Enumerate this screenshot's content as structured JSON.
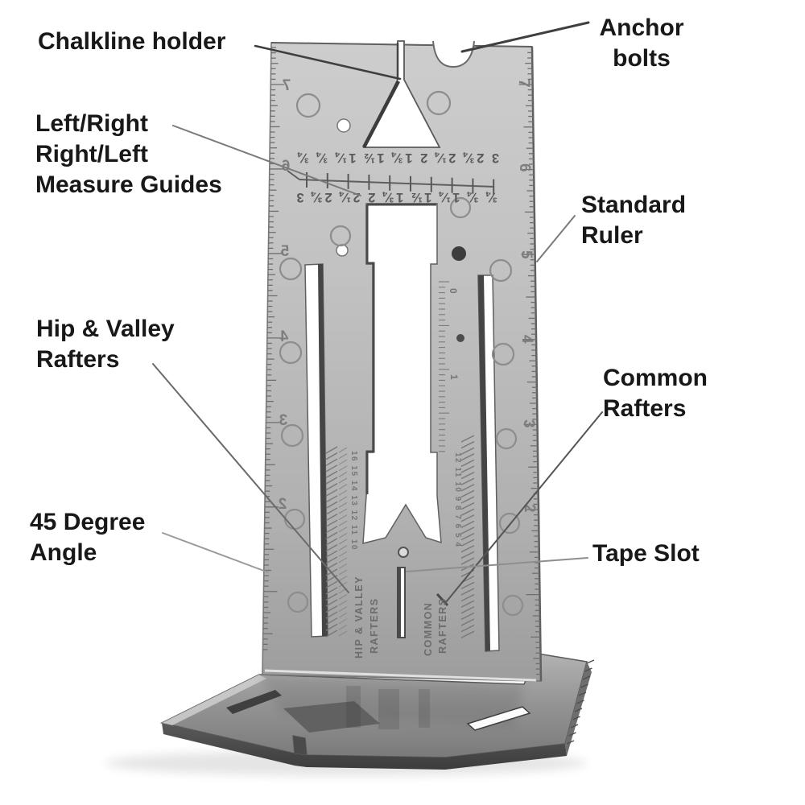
{
  "callouts": {
    "chalkline_holder": {
      "label": "Chalkline holder"
    },
    "anchor_bolts": {
      "line1": "Anchor",
      "line2": "bolts"
    },
    "measure_guides": {
      "line1": "Left/Right",
      "line2": "Right/Left",
      "line3": "Measure Guides"
    },
    "standard_ruler": {
      "line1": "Standard",
      "line2": "Ruler"
    },
    "hip_valley_rafters": {
      "line1": "Hip & Valley",
      "line2": "Rafters"
    },
    "common_rafters": {
      "line1": "Common",
      "line2": "Rafters"
    },
    "tape_slot": {
      "label": "Tape Slot"
    },
    "degree_45_angle": {
      "line1": "45 Degree",
      "line2": "Angle"
    }
  },
  "engravings": {
    "left_ruler_numbers": [
      "7",
      "6",
      "5",
      "4",
      "3",
      "2"
    ],
    "right_ruler_numbers": [
      "7",
      "6",
      "5",
      "4",
      "3",
      "2"
    ],
    "measure_guide_top_row": "3 2¾  2¼ 2 1¾ 1½ 1¼  ¾ ¾",
    "measure_guide_bottom_row": "¾ ¾  1¼ 1½ 1¾ 2 2¼  2¾ 3",
    "hip_valley_line1": "HIP & VALLEY",
    "hip_valley_line2": "RAFTERS",
    "common_line1": "COMMON",
    "common_line2": "RAFTERS",
    "left_scale_numbers": "16 15 14 13 12 11 10",
    "right_scale_numbers": "12 11 10 9 8 7 6 5 4",
    "center_scale_numbers": [
      "0",
      "1"
    ]
  },
  "colors": {
    "background": "#ffffff",
    "label_text": "#181818",
    "callout_line_dark": "#3f3f3f",
    "callout_line_light": "#8a8a8a",
    "metal_light": "#cccccc",
    "metal_dark": "#8f8f8f",
    "engraving": "#6c6c6c"
  }
}
